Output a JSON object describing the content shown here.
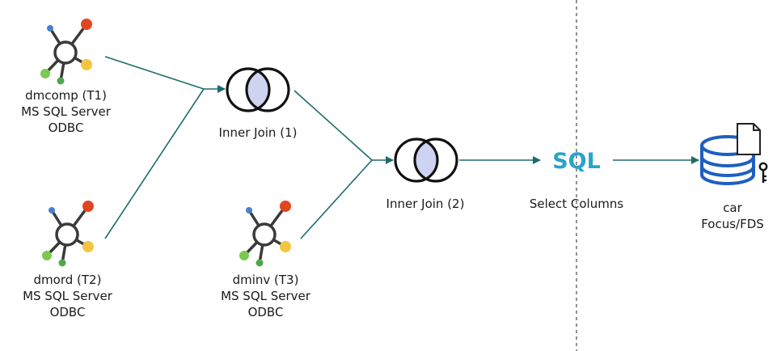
{
  "sources": [
    {
      "id": "t1",
      "name": "dmcomp (T1)",
      "type": "MS SQL Server",
      "conn": "ODBC"
    },
    {
      "id": "t2",
      "name": "dmord (T2)",
      "type": "MS SQL Server",
      "conn": "ODBC"
    },
    {
      "id": "t3",
      "name": "dminv (T3)",
      "type": "MS SQL Server",
      "conn": "ODBC"
    }
  ],
  "joins": [
    {
      "id": "j1",
      "label": "Inner Join (1)"
    },
    {
      "id": "j2",
      "label": "Inner Join (2)"
    }
  ],
  "sql_node": {
    "icon_text": "SQL",
    "label": "Select Columns"
  },
  "target": {
    "name": "car",
    "format": "Focus/FDS"
  },
  "colors": {
    "connector": "#1e6b6b",
    "sql_text": "#2aa3c9",
    "db_blue": "#1f5fbf",
    "join_fill": "#cdd3f0",
    "node_blue": "#4a7fcf",
    "node_red": "#e0461f",
    "node_yellow": "#f5c542",
    "node_green": "#7bc950",
    "divider": "#555555"
  }
}
